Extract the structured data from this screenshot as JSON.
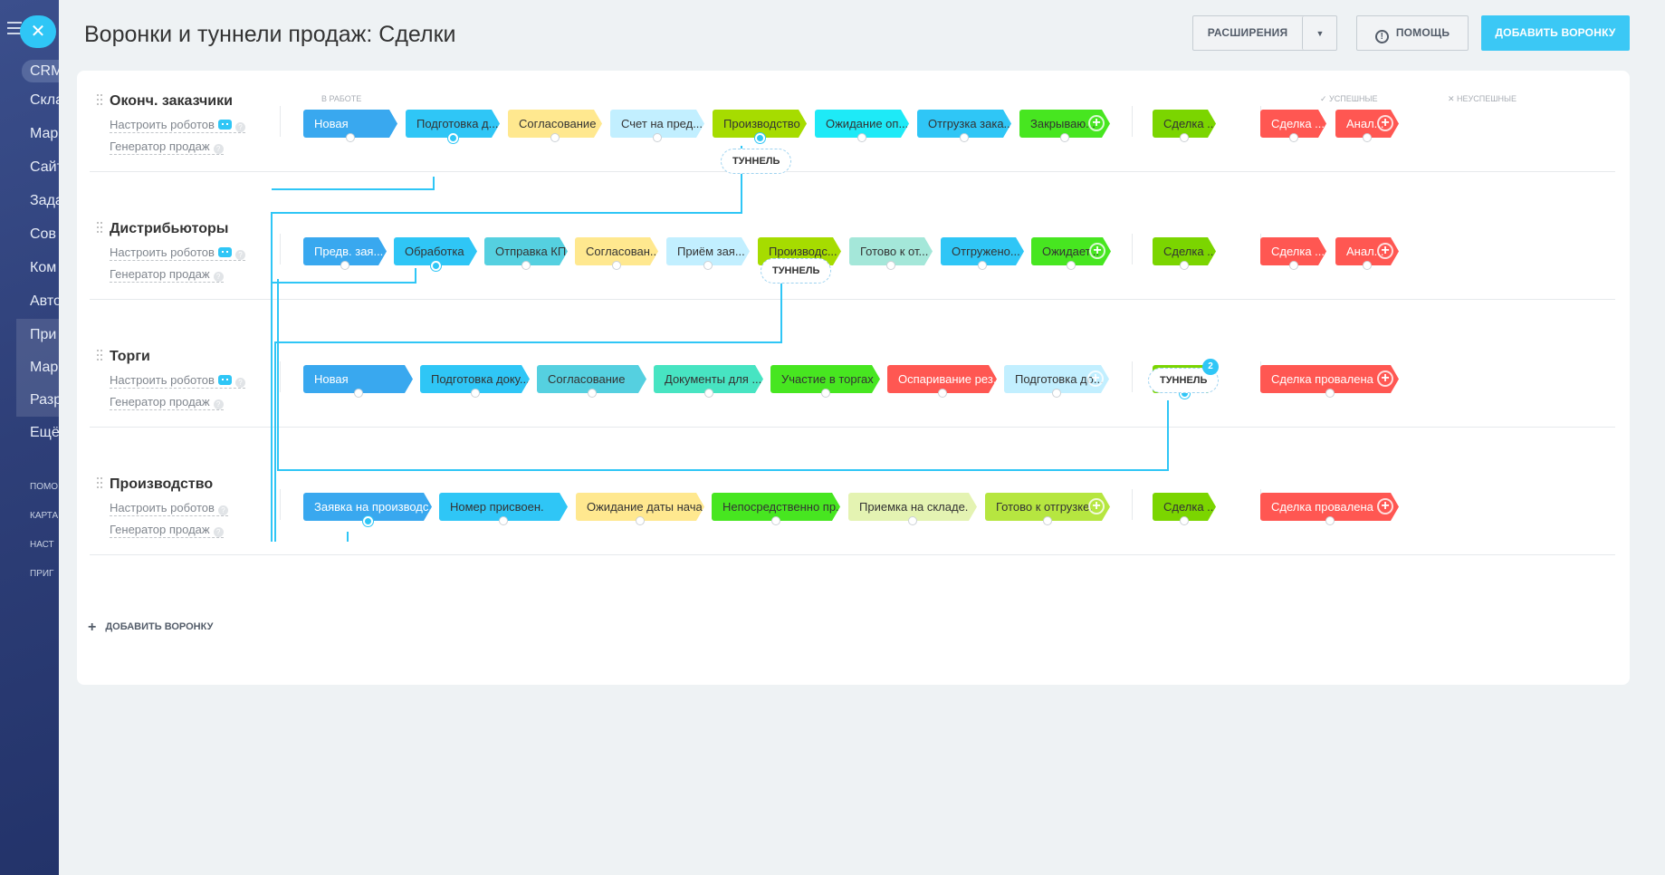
{
  "left_menu": {
    "items": [
      "CRM",
      "Скла",
      "Мар",
      "Сайт",
      "Зада",
      "Сов",
      "Ком",
      "Авто",
      "При",
      "Мар",
      "Разр",
      "Ещё"
    ],
    "small_items": [
      "ПОМО",
      "КАРТА",
      "НАСТ",
      "ПРИГ"
    ]
  },
  "header": {
    "title": "Воронки и туннели продаж: Сделки",
    "extensions_label": "РАСШИРЕНИЯ",
    "help_label": "ПОМОЩЬ",
    "add_funnel_label": "ДОБАВИТЬ ВОРОНКУ"
  },
  "columns": {
    "in_work": "В РАБОТЕ",
    "success": "УСПЕШНЫЕ",
    "fail": "НЕУСПЕШНЫЕ"
  },
  "funnel_links": {
    "robots": "Настроить роботов",
    "generator": "Генератор продаж"
  },
  "tunnel_label": "ТУННЕЛЬ",
  "tunnel_badge": "2",
  "funnels": [
    {
      "name": "Оконч. заказчики",
      "stages": [
        "Новая",
        "Подготовка д...",
        "Согласование",
        "Счет на пред...",
        "Производство",
        "Ожидание оп...",
        "Отгрузка зака...",
        "Закрываю..."
      ],
      "success": "Сделка ...",
      "fail": [
        "Сделка ...",
        "Анал..."
      ]
    },
    {
      "name": "Дистрибьюторы",
      "stages": [
        "Предв. зая...",
        "Обработка",
        "Отправка КП",
        "Согласован...",
        "Приём зая...",
        "Производс...",
        "Готово к от...",
        "Отгружено...",
        "Ожидает..."
      ],
      "success": "Сделка ...",
      "fail": [
        "Сделка ...",
        "Анал..."
      ]
    },
    {
      "name": "Торги",
      "stages": [
        "Новая",
        "Подготовка доку...",
        "Согласование",
        "Документы для ...",
        "Участие в торгах",
        "Оспаривание рез...",
        "Подготовка до..."
      ],
      "success": "Сделка ...",
      "fail": [
        "Сделка провалена"
      ]
    },
    {
      "name": "Производство",
      "stages": [
        "Заявка на производс...",
        "Номер присвоен.",
        "Ожидание даты нача...",
        "Непосредственно пр...",
        "Приемка на складе.",
        "Готово к отгрузке."
      ],
      "success": "Сделка ...",
      "fail": [
        "Сделка провалена"
      ]
    }
  ],
  "add_funnel_bottom": "ДОБАВИТЬ ВОРОНКУ",
  "colors": {
    "accent": "#2fc6f6",
    "add_button": "#3bc8f5",
    "success": "#7bd500",
    "fail": "#ff5752"
  }
}
